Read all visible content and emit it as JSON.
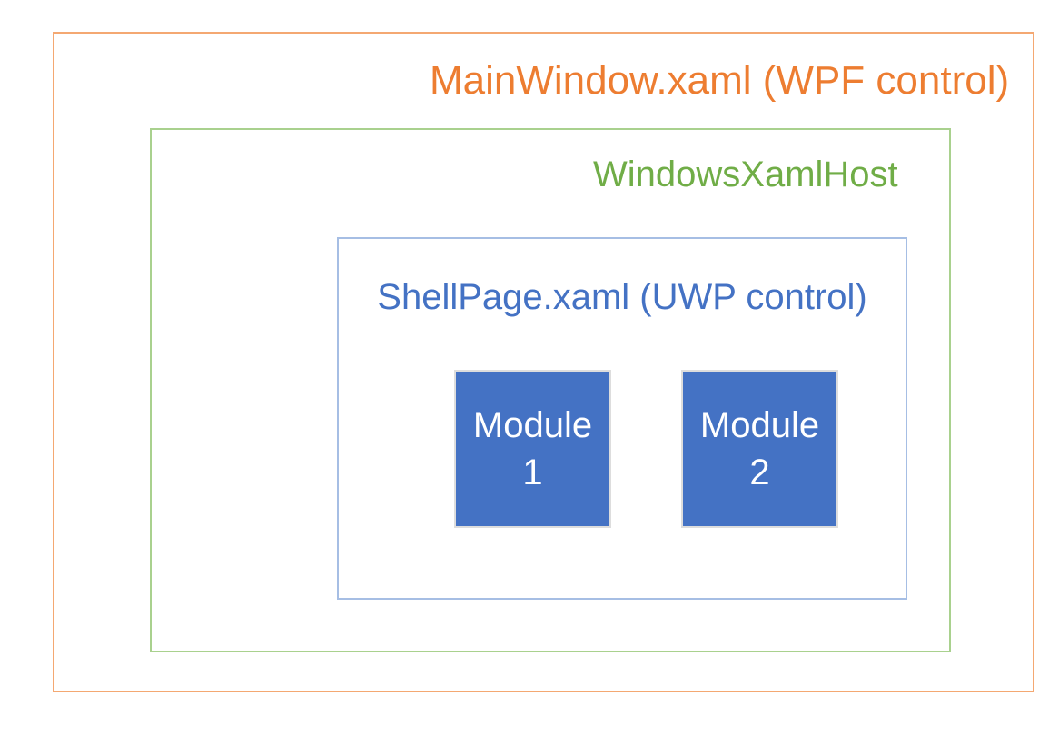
{
  "diagram": {
    "title": {
      "text": "MainWindow.xaml (WPF control)",
      "color": "#ED7D31"
    },
    "host": {
      "text": "WindowsXamlHost",
      "color": "#70AD47"
    },
    "shell": {
      "text": "ShellPage.xaml (UWP control)",
      "color": "#4472C4"
    },
    "modules": [
      {
        "name": "Module 1",
        "lines": [
          "Module",
          "1"
        ]
      },
      {
        "name": "Module 2",
        "lines": [
          "Module",
          "2"
        ]
      }
    ],
    "colors": {
      "background": "#FFFFFF",
      "outer_border": "#F4A872",
      "title_text": "#ED7D31",
      "host_border": "#A9D18E",
      "host_text": "#70AD47",
      "shell_border": "#A6BEE4",
      "shell_text": "#4472C4",
      "module_fill": "#4472C4",
      "module_border": "#DDDDDD",
      "module_text": "#FFFFFF"
    }
  }
}
